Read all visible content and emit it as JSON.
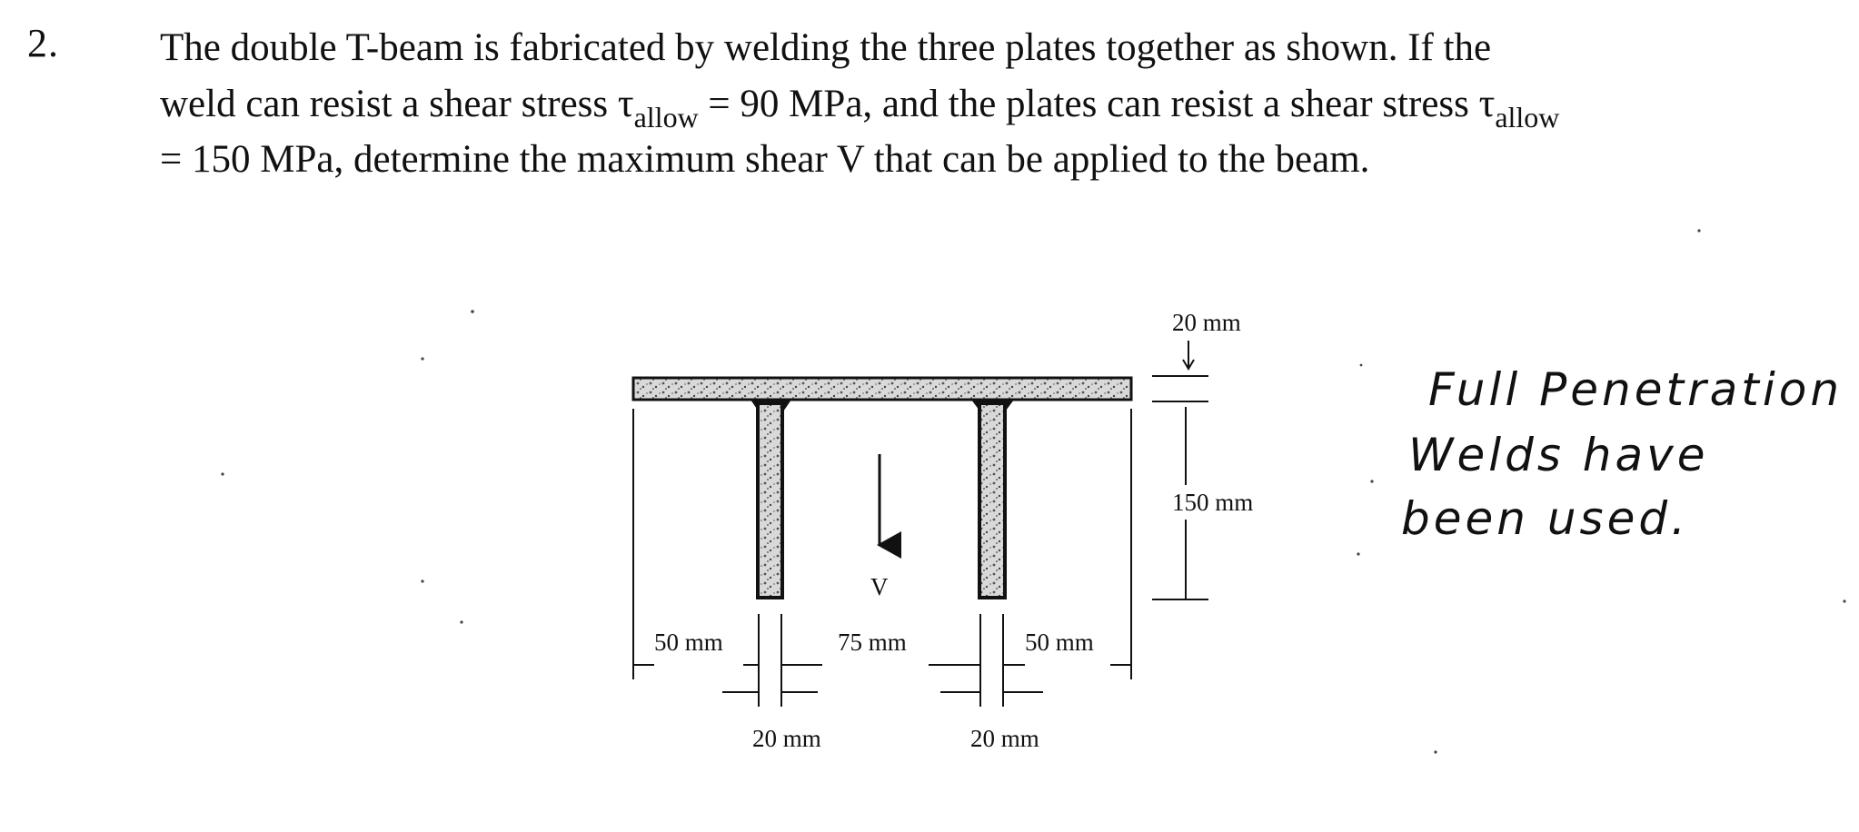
{
  "problem": {
    "number": "2.",
    "line1": "The double T-beam is fabricated by welding the three plates together as shown.  If the",
    "line2_a": "weld can resist a shear stress ",
    "tau_symbol": "τ",
    "tau_sub": "allow",
    "line2_b": " = 90 MPa, and the plates can resist a shear stress ",
    "line3": "= 150 MPa, determine the maximum shear V that can be applied to the beam."
  },
  "figure": {
    "dims": {
      "top_thickness": "20 mm",
      "web_height": "150 mm",
      "left_overhang": "50 mm",
      "between_webs": "75 mm",
      "right_overhang": "50 mm",
      "web1_thickness": "20 mm",
      "web2_thickness": "20 mm"
    },
    "load_label": "V"
  },
  "note": {
    "line1": "Full Penetration",
    "line2": "Welds have",
    "line3": "been used."
  }
}
